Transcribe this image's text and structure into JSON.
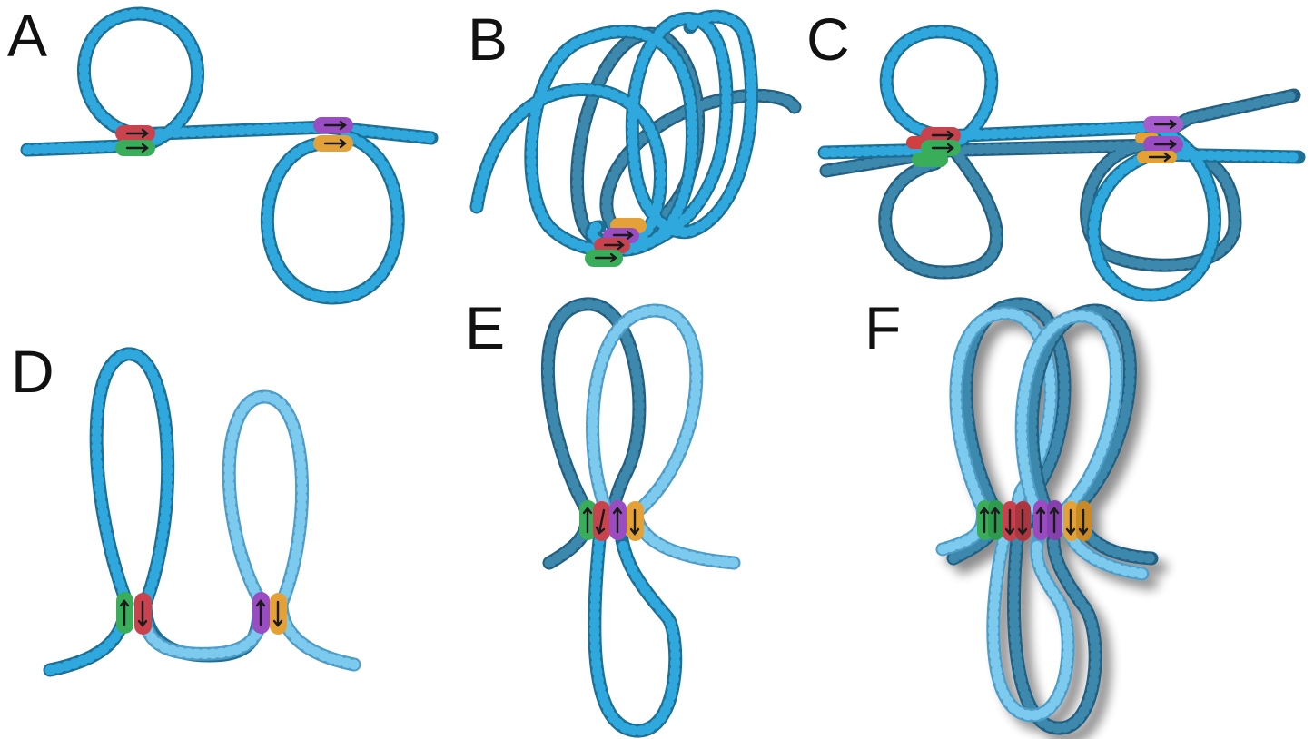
{
  "panels": [
    {
      "id": "A",
      "label": "A"
    },
    {
      "id": "B",
      "label": "B"
    },
    {
      "id": "C",
      "label": "C"
    },
    {
      "id": "D",
      "label": "D"
    },
    {
      "id": "E",
      "label": "E"
    },
    {
      "id": "F",
      "label": "F"
    }
  ],
  "colors": {
    "dna_primary": "#2ea8dd",
    "dna_dark": "#3d88ad",
    "dna_light": "#7ccaee",
    "outline": "#1d6f95",
    "outline_light": "#4f9cc7",
    "clip_red": "#c8434e",
    "clip_green": "#3aad5a",
    "clip_purple": "#9a4cc2",
    "clip_orange": "#e3a137",
    "arrow": "#1a1a1a"
  },
  "icons": {
    "arrow_glyph": "arrow-icon",
    "dna_strand": "chromatin-fiber-icon",
    "pairing_protein": "pairing-protein-icon"
  }
}
